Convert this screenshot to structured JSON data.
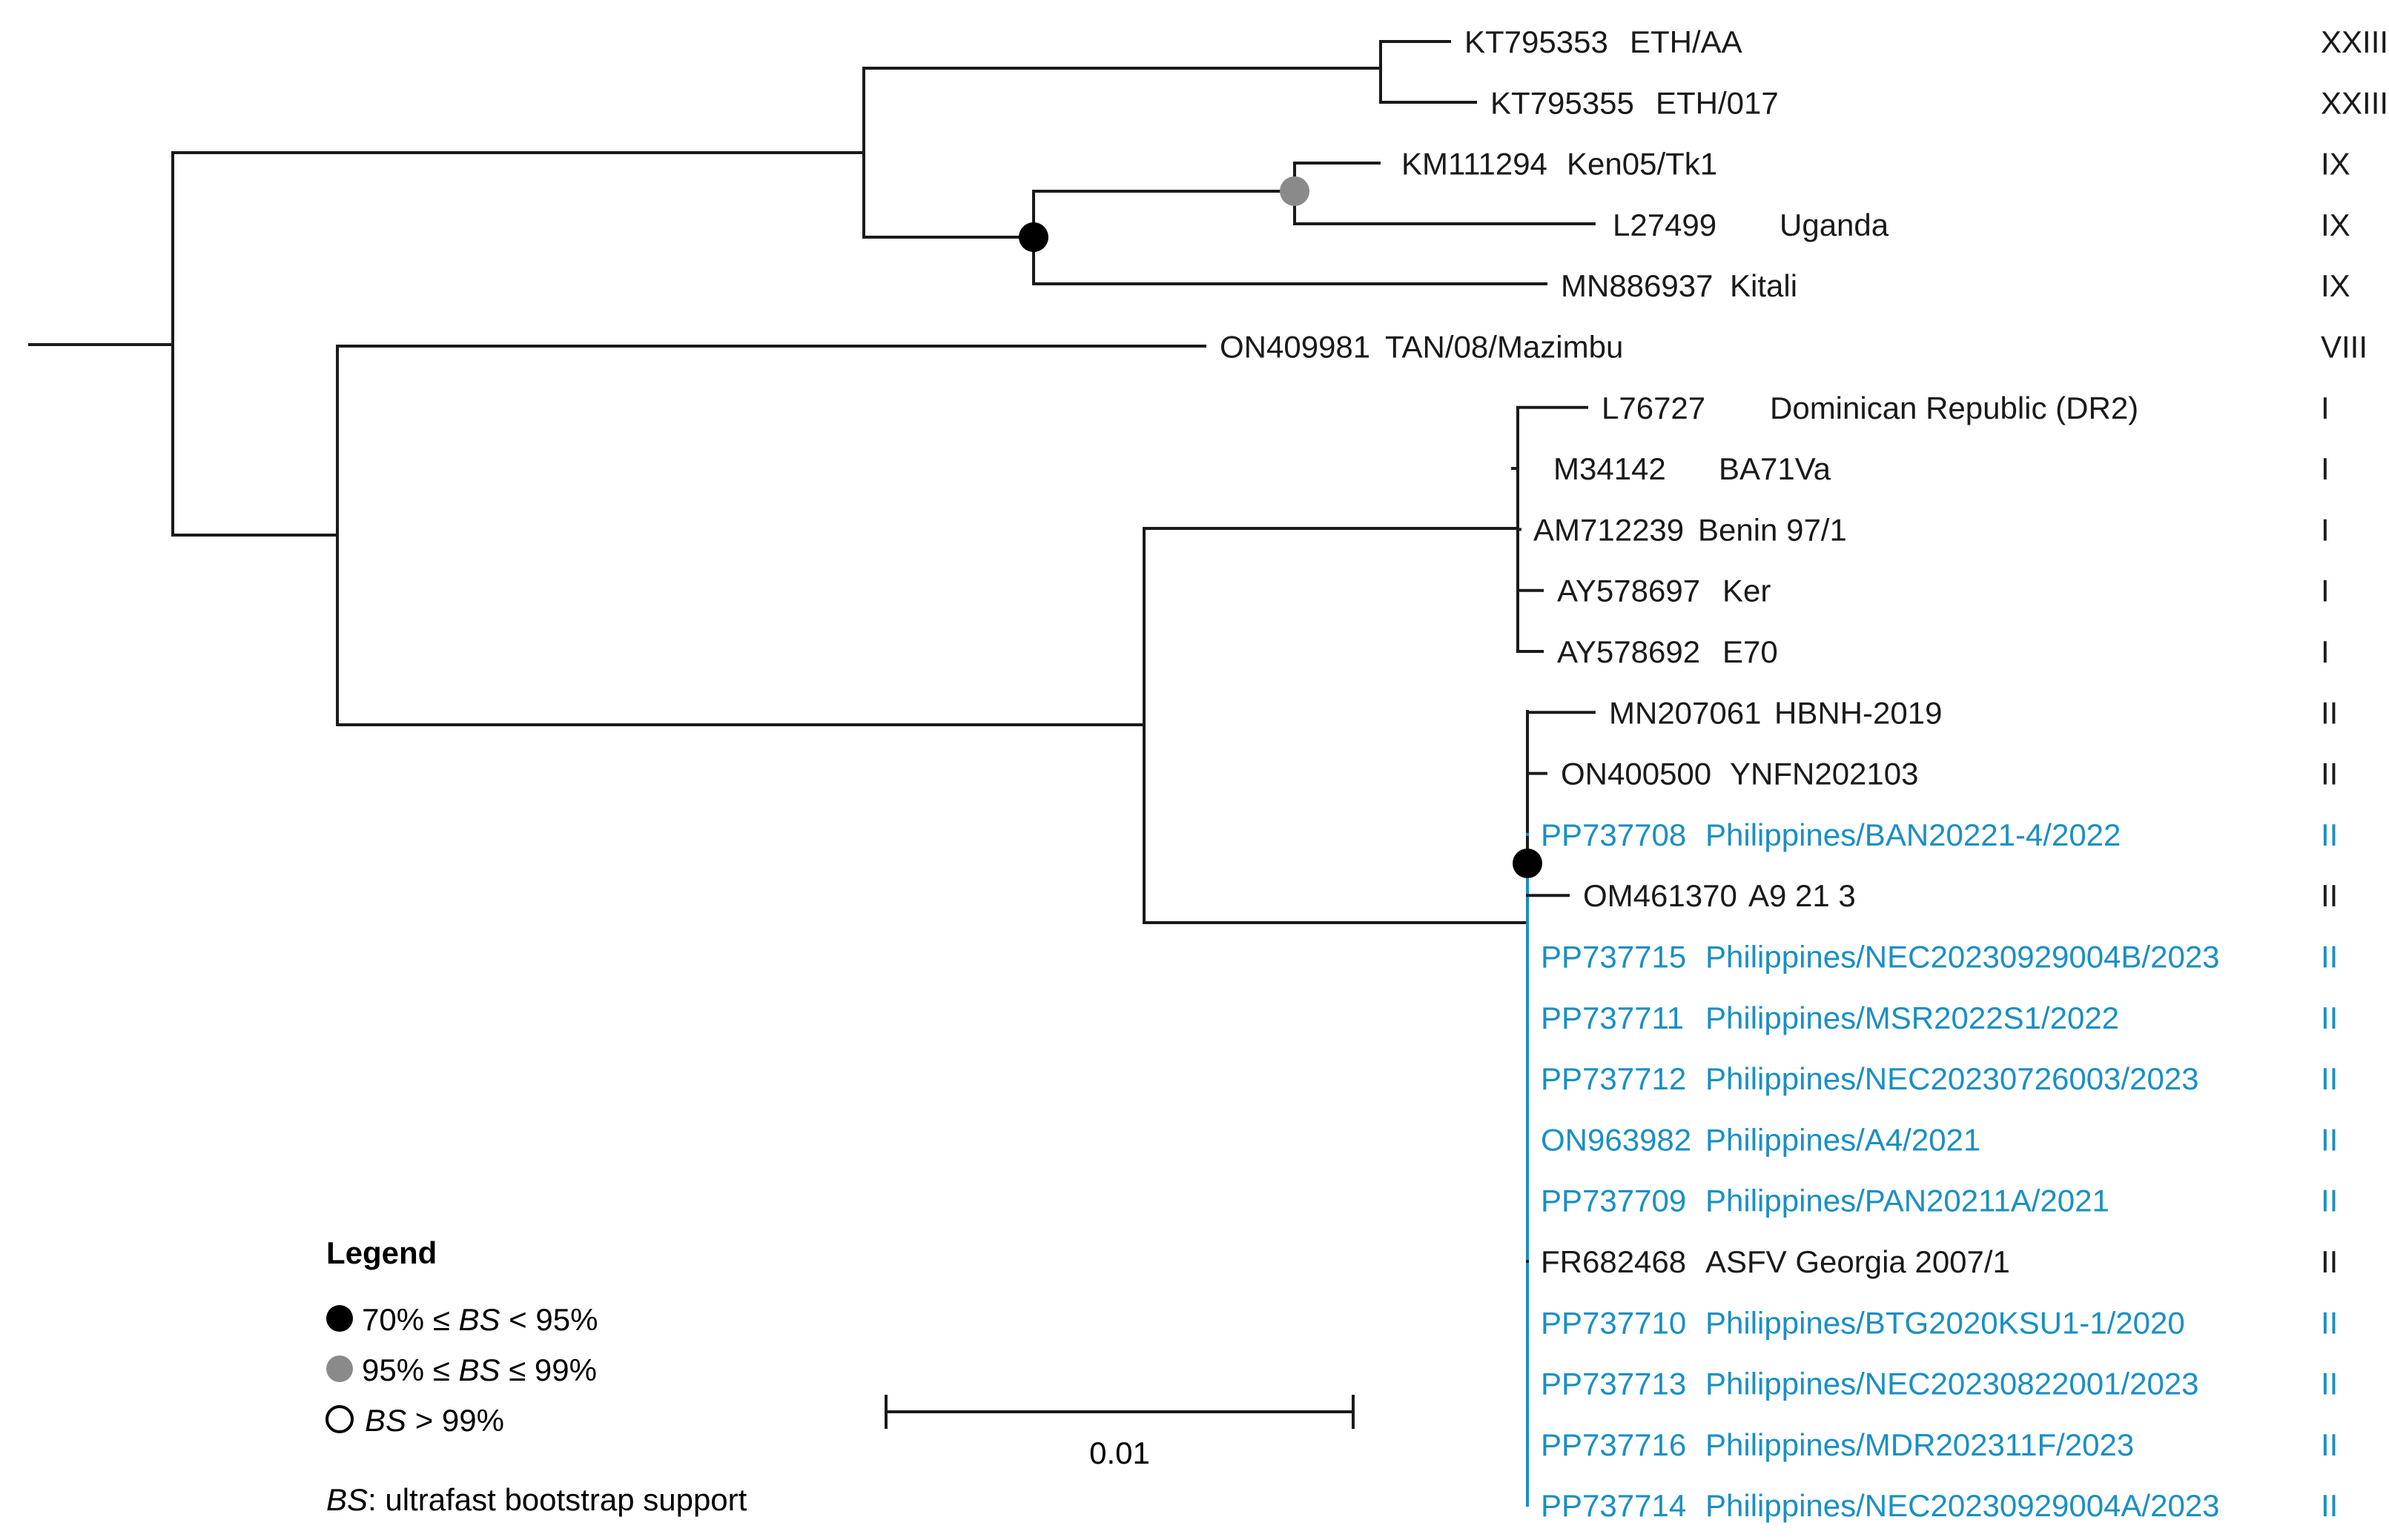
{
  "colors": {
    "black": "#1a1a1a",
    "highlight": "#1a8fc4",
    "node_black": "#000000",
    "node_grey": "#8a8a8a"
  },
  "taxa": [
    {
      "accession": "KT795353",
      "name": "ETH/AA",
      "genotype": "XXIII",
      "highlight": false
    },
    {
      "accession": "KT795355",
      "name": "ETH/017",
      "genotype": "XXIII",
      "highlight": false
    },
    {
      "accession": "KM111294",
      "name": "Ken05/Tk1",
      "genotype": "IX",
      "highlight": false
    },
    {
      "accession": "L27499",
      "name": "Uganda",
      "genotype": "IX",
      "highlight": false
    },
    {
      "accession": "MN886937",
      "name": "Kitali",
      "genotype": "IX",
      "highlight": false
    },
    {
      "accession": "ON409981",
      "name": "TAN/08/Mazimbu",
      "genotype": "VIII",
      "highlight": false
    },
    {
      "accession": "L76727",
      "name": "Dominican Republic (DR2)",
      "genotype": "I",
      "highlight": false
    },
    {
      "accession": "M34142",
      "name": "BA71Va",
      "genotype": "I",
      "highlight": false
    },
    {
      "accession": "AM712239",
      "name": "Benin 97/1",
      "genotype": "I",
      "highlight": false
    },
    {
      "accession": "AY578697",
      "name": "Ker",
      "genotype": "I",
      "highlight": false
    },
    {
      "accession": "AY578692",
      "name": "E70",
      "genotype": "I",
      "highlight": false
    },
    {
      "accession": "MN207061",
      "name": "HBNH-2019",
      "genotype": "II",
      "highlight": false
    },
    {
      "accession": "ON400500",
      "name": "YNFN202103",
      "genotype": "II",
      "highlight": false
    },
    {
      "accession": "PP737708",
      "name": "Philippines/BAN20221-4/2022",
      "genotype": "II",
      "highlight": true
    },
    {
      "accession": "OM461370",
      "name": "A9 21 3",
      "genotype": "II",
      "highlight": false
    },
    {
      "accession": "PP737715",
      "name": "Philippines/NEC20230929004B/2023",
      "genotype": "II",
      "highlight": true
    },
    {
      "accession": "PP737711",
      "name": "Philippines/MSR2022S1/2022",
      "genotype": "II",
      "highlight": true
    },
    {
      "accession": "PP737712",
      "name": "Philippines/NEC20230726003/2023",
      "genotype": "II",
      "highlight": true
    },
    {
      "accession": "ON963982",
      "name": "Philippines/A4/2021",
      "genotype": "II",
      "highlight": true
    },
    {
      "accession": "PP737709",
      "name": "Philippines/PAN20211A/2021",
      "genotype": "II",
      "highlight": true
    },
    {
      "accession": "FR682468",
      "name": "ASFV Georgia 2007/1",
      "genotype": "II",
      "highlight": false
    },
    {
      "accession": "PP737710",
      "name": "Philippines/BTG2020KSU1-1/2020",
      "genotype": "II",
      "highlight": true
    },
    {
      "accession": "PP737713",
      "name": "Philippines/NEC20230822001/2023",
      "genotype": "II",
      "highlight": true
    },
    {
      "accession": "PP737716",
      "name": "Philippines/MDR202311F/2023",
      "genotype": "II",
      "highlight": true
    },
    {
      "accession": "PP737714",
      "name": "Philippines/NEC20230929004A/2023",
      "genotype": "II",
      "highlight": true
    }
  ],
  "legend": {
    "title": "Legend",
    "items": [
      {
        "prefix": "70% ≤ ",
        "bs": "BS",
        "suffix": " < 95%",
        "marker": "black"
      },
      {
        "prefix": "95% ≤ ",
        "bs": "BS",
        "suffix": " ≤ 99%",
        "marker": "grey"
      },
      {
        "prefix": "",
        "bs": "BS",
        "suffix": " > 99%",
        "marker": "open"
      }
    ],
    "footnote_abbr": "BS",
    "footnote_text": ": ultrafast bootstrap support"
  },
  "scale_bar": {
    "label": "0.01"
  }
}
